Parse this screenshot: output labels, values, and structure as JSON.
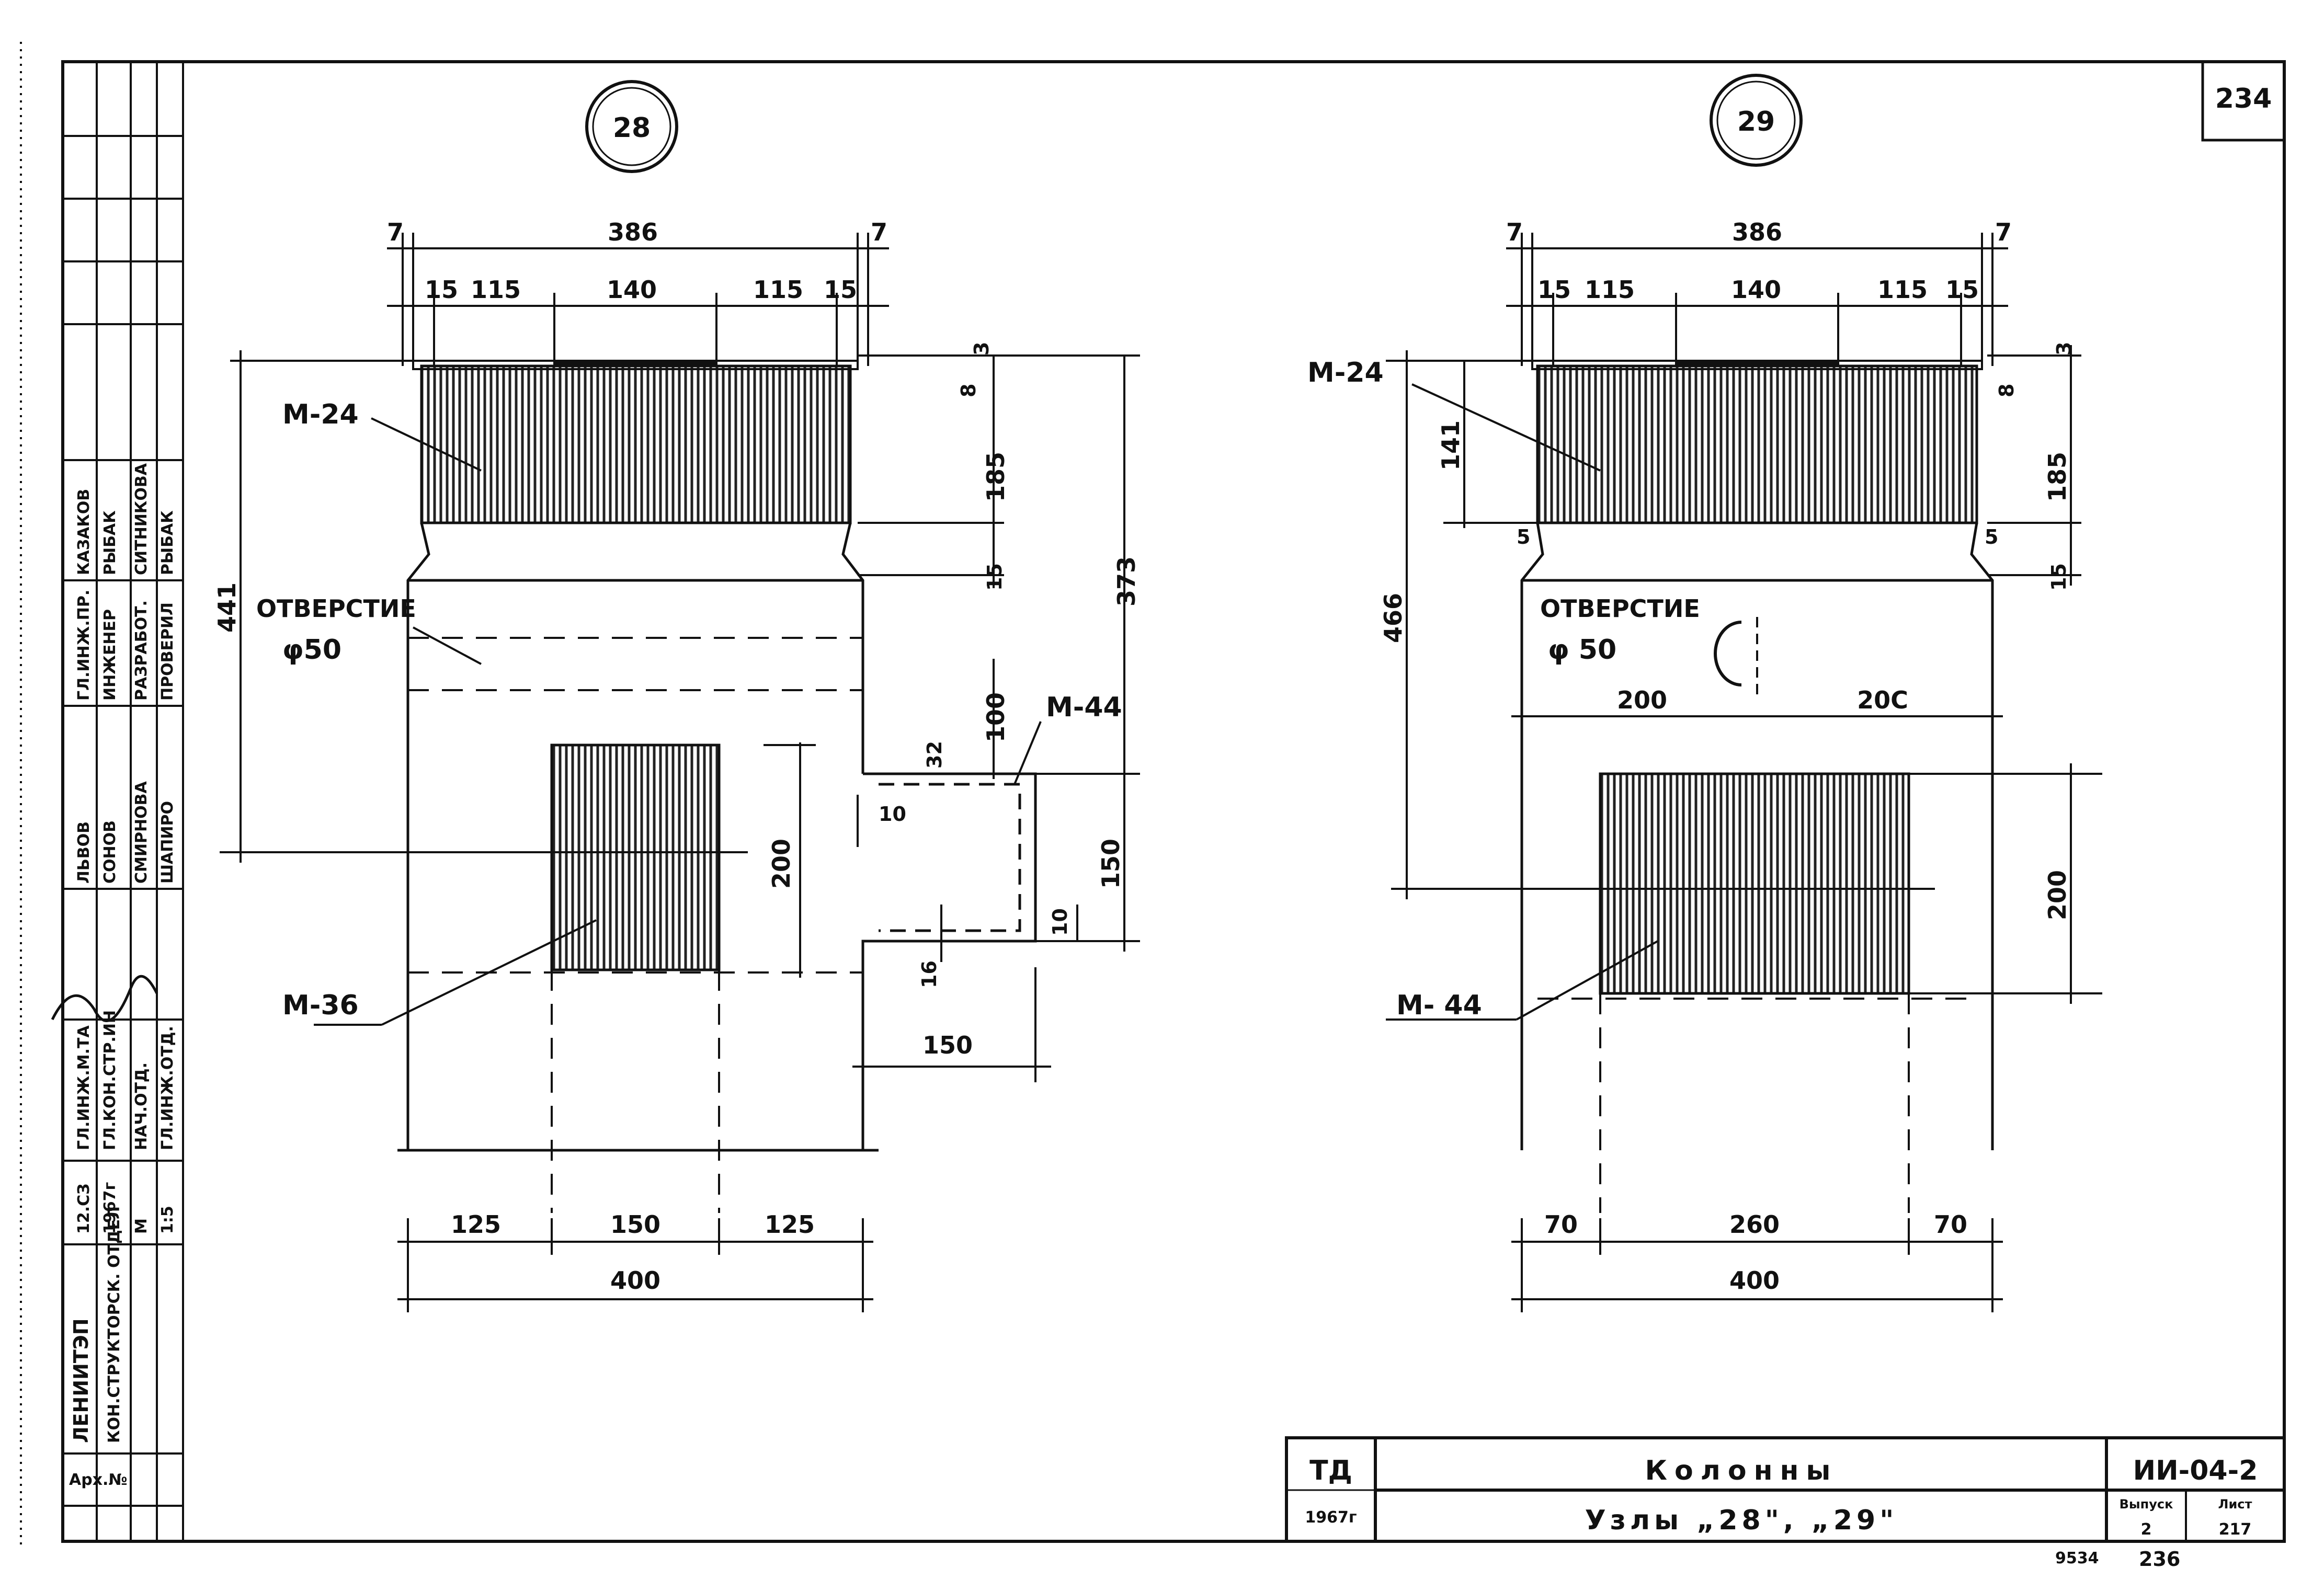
{
  "sheet_number": "234",
  "node_28": {
    "id": "28",
    "dims": {
      "top": "386",
      "edge": "7",
      "edge_right": "7",
      "s15a": "15",
      "s115a": "115",
      "s140": "140",
      "s115b": "115",
      "s15b": "15",
      "v3": "3",
      "v8": "8",
      "v185": "185",
      "v15": "15",
      "v373": "373",
      "v441": "441",
      "v100": "100",
      "v32": "32",
      "v10a": "10",
      "v200": "200",
      "v150": "150",
      "v10b": "10",
      "v16": "16",
      "h150": "150",
      "b125a": "125",
      "b150": "150",
      "b125b": "125",
      "b400": "400"
    },
    "labels": {
      "m24": "М-24",
      "hole": "ОТВЕРСТИЕ",
      "hole_d": "φ50",
      "m44": "М-44",
      "m36": "М-36"
    }
  },
  "node_29": {
    "id": "29",
    "dims": {
      "top": "386",
      "edge": "7",
      "edge_right": "7",
      "s15a": "15",
      "s115a": "115",
      "s140": "140",
      "s115b": "115",
      "s15b": "15",
      "v3": "3",
      "v8": "8",
      "v141": "141",
      "v5a": "5",
      "v5b": "5",
      "v185": "185",
      "v15": "15",
      "v466": "466",
      "h200a": "200",
      "h200b": "20C",
      "v200": "200",
      "b70a": "70",
      "b260": "260",
      "b70b": "70",
      "b400": "400"
    },
    "labels": {
      "m24": "М-24",
      "hole": "ОТВЕРСТИЕ",
      "hole_d": "φ 50",
      "m44": "М- 44"
    }
  },
  "side_stamp": {
    "org": "ЛЕНИИТЭП",
    "dept": "КОН.СТРУКТОРСК. ОТДЕЛ",
    "arch": "Арх.№",
    "roles": [
      "ГЛ.ИНЖ.ПР.",
      "ИНЖЕНЕР",
      "РАЗРАБОТ.",
      "ПРОВЕРИЛ"
    ],
    "names_a": [
      "КАЗАКОВ",
      "РЫБАК",
      "СИТНИКОВА",
      "РЫБАК"
    ],
    "roles_b": [
      "ГЛ.ИНЖ.М.ТА",
      "ГЛ.КОН.СТР.ИН",
      "НАЧ.ОТД.",
      "ГЛ.ИНЖ.ОТД."
    ],
    "names_b": [
      "ЛЬВОВ",
      "СОНОВ",
      "СМИРНОВА",
      "ШАПИРО"
    ],
    "date_a": "12.СЗ",
    "date_b": "1967г",
    "scale_m": "М",
    "scale": "1:5"
  },
  "title_block": {
    "td": "ТД",
    "year": "1967г",
    "title": "Колонны",
    "subtitle": "Узлы „28\", „29\"",
    "code": "ИИ-04-2",
    "issue_label": "Выпуск",
    "issue": "2",
    "sheet_label": "Лист",
    "sheet": "217"
  },
  "footer": {
    "left": "9534",
    "right": "236"
  }
}
